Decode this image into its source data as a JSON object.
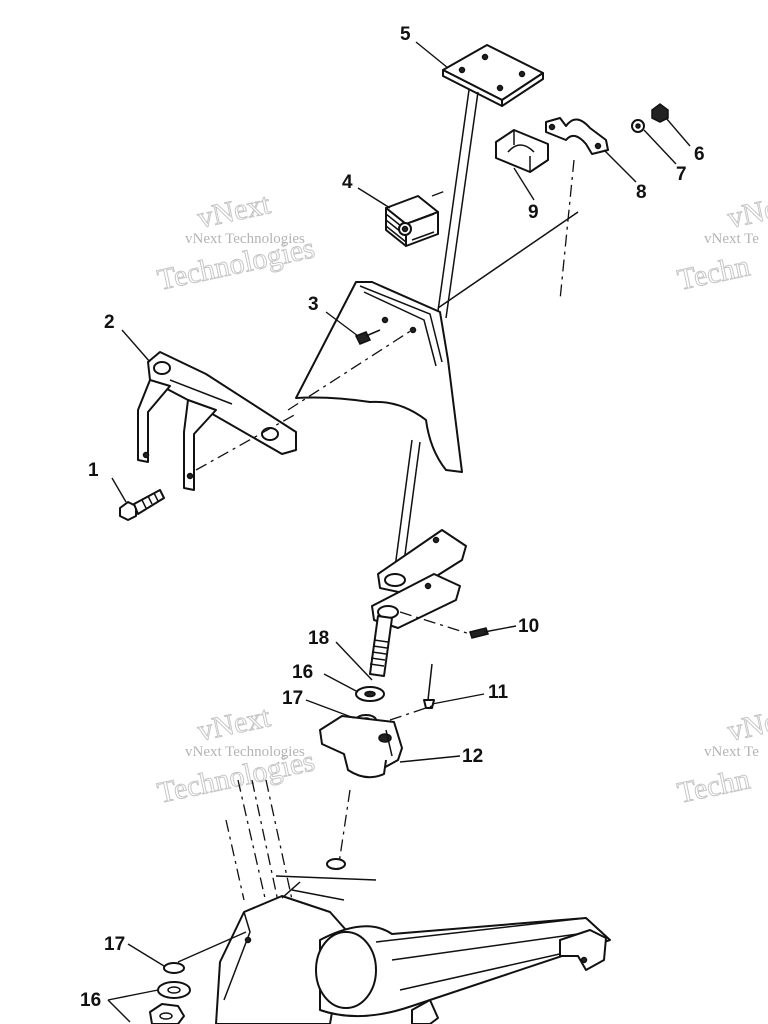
{
  "diagram": {
    "callouts": [
      {
        "id": "c1",
        "label": "1"
      },
      {
        "id": "c2",
        "label": "2"
      },
      {
        "id": "c3",
        "label": "3"
      },
      {
        "id": "c4",
        "label": "4"
      },
      {
        "id": "c5",
        "label": "5"
      },
      {
        "id": "c6",
        "label": "6"
      },
      {
        "id": "c7",
        "label": "7"
      },
      {
        "id": "c8",
        "label": "8"
      },
      {
        "id": "c9",
        "label": "9"
      },
      {
        "id": "c10",
        "label": "10"
      },
      {
        "id": "c11",
        "label": "11"
      },
      {
        "id": "c12",
        "label": "12"
      },
      {
        "id": "c16a",
        "label": "16"
      },
      {
        "id": "c17a",
        "label": "17"
      },
      {
        "id": "c18",
        "label": "18"
      },
      {
        "id": "c17b",
        "label": "17"
      },
      {
        "id": "c16b",
        "label": "16"
      }
    ]
  },
  "watermark": {
    "line1": "vNext",
    "line2": "vNext Technologies",
    "line3": "Technologies",
    "clip1": "vNext",
    "clip2": "vNext Te",
    "clip3": "Techn"
  }
}
